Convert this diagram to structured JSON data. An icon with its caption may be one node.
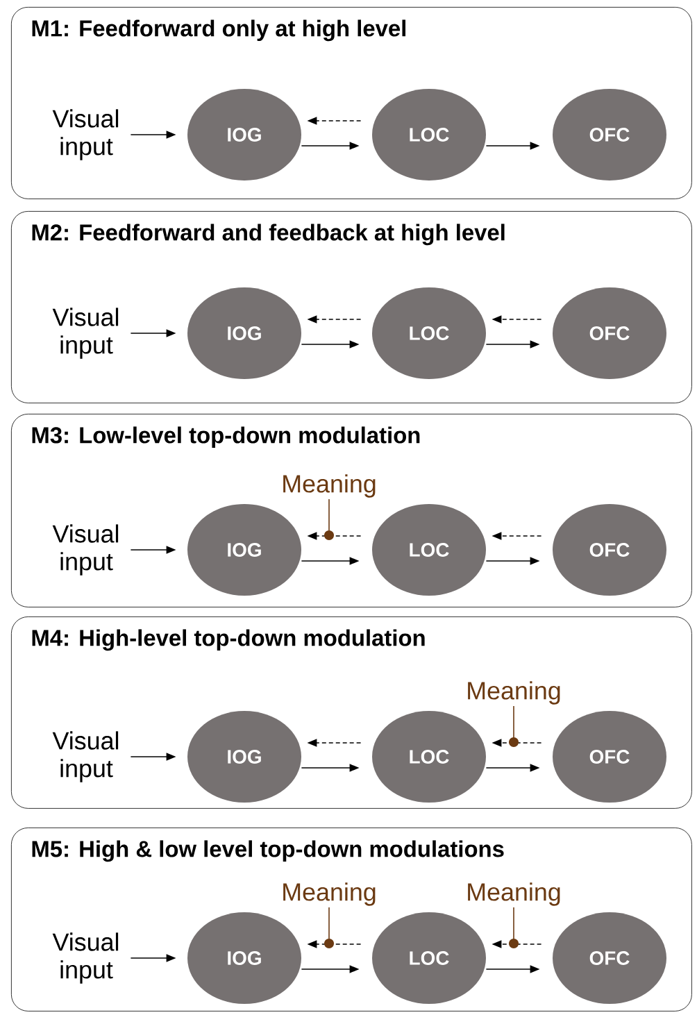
{
  "diagram": {
    "nodes": [
      {
        "text": [
          "M1: Feedforward only at high level"
        ]
      },
      {
        "text": [
          "Visual input"
        ],
        "in": 0
      },
      {
        "text": [
          "IOG"
        ],
        "in": 0
      },
      {
        "text": [
          "LOC"
        ],
        "in": 0
      },
      {
        "text": [
          "OFC"
        ],
        "in": 0
      },
      {
        "text": [
          "M2: Feedforward and feedback at high level"
        ]
      },
      {
        "text": [
          "Visual input"
        ],
        "in": 5
      },
      {
        "text": [
          "IOG"
        ],
        "in": 5
      },
      {
        "text": [
          "LOC"
        ],
        "in": 5
      },
      {
        "text": [
          "OFC"
        ],
        "in": 5
      },
      {
        "text": [
          "M3: Low-level top-down modulation"
        ]
      },
      {
        "text": [
          "Meaning"
        ],
        "in": 10
      },
      {
        "text": [
          "Visual input"
        ],
        "in": 10
      },
      {
        "text": [
          "IOG"
        ],
        "in": 10
      },
      {
        "text": [
          "LOC"
        ],
        "in": 10
      },
      {
        "text": [
          "OFC"
        ],
        "in": 10
      },
      {
        "text": [
          "M4: High-level top-down modulation"
        ]
      },
      {
        "text": [
          "Meaning"
        ],
        "in": 16
      },
      {
        "text": [
          "Visual input"
        ],
        "in": 16
      },
      {
        "text": [
          "IOG"
        ],
        "in": 16
      },
      {
        "text": [
          "LOC"
        ],
        "in": 16
      },
      {
        "text": [
          "OFC"
        ],
        "in": 16
      },
      {
        "text": [
          "M5: High & low level top-down modulations"
        ]
      },
      {
        "text": [
          "Meaning"
        ],
        "in": 22
      },
      {
        "text": [
          "Meaning"
        ],
        "in": 22
      },
      {
        "text": [
          "Visual input"
        ],
        "in": 22
      },
      {
        "text": [
          "IOG"
        ],
        "in": 22
      },
      {
        "text": [
          "LOC"
        ],
        "in": 22
      },
      {
        "text": [
          "OFC"
        ],
        "in": 22
      }
    ],
    "edges": [
      {
        "from": 1,
        "to": 2,
        "arrow": "to"
      },
      {
        "from": 3,
        "to": 2,
        "arrow": "to",
        "style": "dashed"
      },
      {
        "from": 2,
        "to": 3,
        "arrow": "to"
      },
      {
        "from": 3,
        "to": 4,
        "arrow": "to"
      },
      {
        "from": 6,
        "to": 7,
        "arrow": "to"
      },
      {
        "from": 8,
        "to": 7,
        "arrow": "to",
        "style": "dashed"
      },
      {
        "from": 9,
        "to": 8,
        "arrow": "to",
        "style": "dashed"
      },
      {
        "from": 7,
        "to": 8,
        "arrow": "to"
      },
      {
        "from": 8,
        "to": 9,
        "arrow": "to"
      },
      {
        "from": 12,
        "to": 13,
        "arrow": "to"
      },
      {
        "from": 14,
        "to": 13,
        "arrow": "to",
        "style": "dashed"
      },
      {
        "from": 15,
        "to": 14,
        "arrow": "to",
        "style": "dashed"
      },
      {
        "from": 13,
        "to": 14,
        "arrow": "to"
      },
      {
        "from": 14,
        "to": 15,
        "arrow": "to"
      },
      {
        "from": 11,
        "to": null,
        "arrow": "other",
        "color": "#6b3a12"
      },
      {
        "from": 18,
        "to": 19,
        "arrow": "to"
      },
      {
        "from": 20,
        "to": 19,
        "arrow": "to",
        "style": "dashed"
      },
      {
        "from": 21,
        "to": 20,
        "arrow": "to",
        "style": "dashed"
      },
      {
        "from": 19,
        "to": 20,
        "arrow": "to"
      },
      {
        "from": 20,
        "to": 21,
        "arrow": "to"
      },
      {
        "from": 17,
        "to": null,
        "arrow": "other",
        "color": "#6b3a12"
      },
      {
        "from": 25,
        "to": 26,
        "arrow": "to"
      },
      {
        "from": 27,
        "to": 26,
        "arrow": "to",
        "style": "dashed"
      },
      {
        "from": 28,
        "to": 27,
        "arrow": "to",
        "style": "dashed"
      },
      {
        "from": 26,
        "to": 27,
        "arrow": "to"
      },
      {
        "from": 27,
        "to": 28,
        "arrow": "to"
      },
      {
        "from": 23,
        "to": null,
        "arrow": "other",
        "color": "#6b3a12"
      },
      {
        "from": 24,
        "to": null,
        "arrow": "other",
        "color": "#6b3a12"
      }
    ]
  }
}
